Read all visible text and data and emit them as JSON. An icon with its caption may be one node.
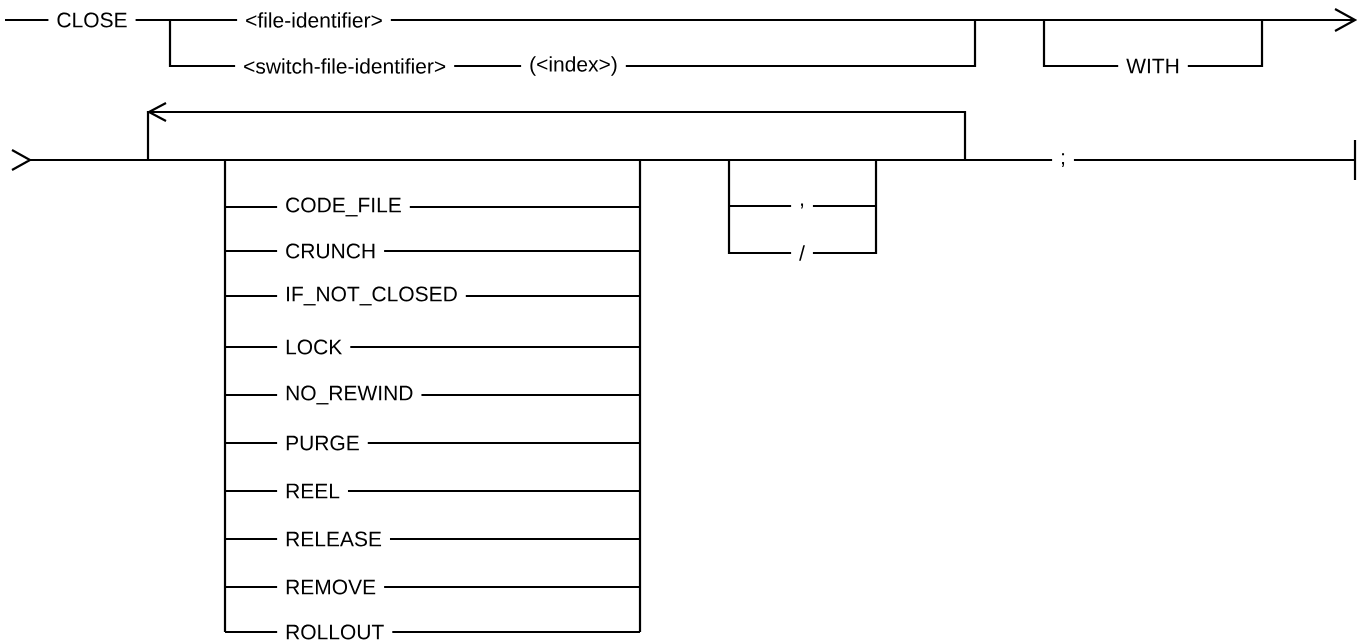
{
  "diagram": {
    "labels": [
      "CLOSE",
      "<file-identifier>",
      "<switch-file-identifier>",
      "(<index>)",
      "WITH",
      ";",
      "CODE_FILE",
      ",",
      "CRUNCH",
      "/",
      "IF_NOT_CLOSED",
      "LOCK",
      "NO_REWIND",
      "PURGE",
      "REEL",
      "RELEASE",
      "REMOVE",
      "ROLLOUT"
    ]
  }
}
